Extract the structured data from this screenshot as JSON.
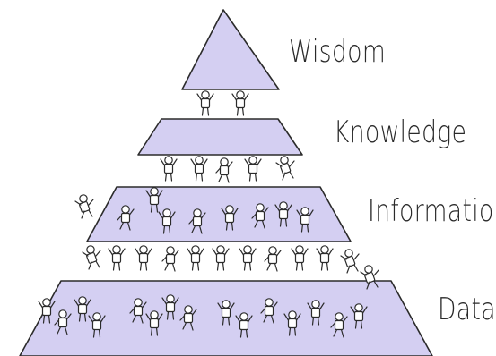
{
  "colors": {
    "tier_fill": "#d4cff2",
    "outline": "#2b2b2b"
  },
  "labels": {
    "wisdom": "Wisdom",
    "knowledge": "Knowledge",
    "information": "Information",
    "data": "Data"
  }
}
